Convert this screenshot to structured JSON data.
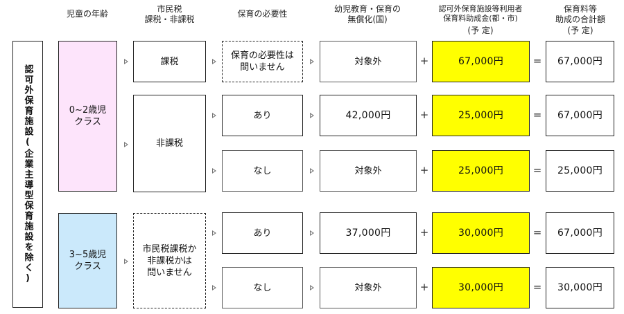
{
  "headers": {
    "age": "児童の年齢",
    "tax_line1": "市民税",
    "tax_line2": "課税・非課税",
    "need": "保育の必要性",
    "free_line1": "幼児教育・保育の",
    "free_line2": "無償化(国)",
    "subsidy_line1": "認可外保育施設等利用者",
    "subsidy_line2": "保育料助成金(都・市)",
    "subsidy_line3": "(予 定)",
    "total_line1": "保育料等",
    "total_line2": "助成の合計額",
    "total_line3": "(予 定)"
  },
  "facility_label": "認可外保育施設(企業主導型保育施設を除く)",
  "age_groups": [
    {
      "label_line1": "0~2歳児",
      "label_line2": "クラス",
      "color": "#fde4fb"
    },
    {
      "label_line1": "3~5歳児",
      "label_line2": "クラス",
      "color": "#cbe9fb"
    }
  ],
  "tax_status": [
    {
      "label": "課税"
    },
    {
      "label": "非課税"
    },
    {
      "label_line1": "市民税課税か",
      "label_line2": "非課税かは",
      "label_line3": "問いません"
    }
  ],
  "operators": {
    "plus": "+",
    "equals": "="
  },
  "rows": [
    {
      "need_line1": "保育の必要性は",
      "need_line2": "問いません",
      "free": "対象外",
      "subsidy": "67,000円",
      "total": "67,000円"
    },
    {
      "need": "あり",
      "free": "42,000円",
      "subsidy": "25,000円",
      "total": "67,000円"
    },
    {
      "need": "なし",
      "free": "対象外",
      "subsidy": "25,000円",
      "total": "25,000円"
    },
    {
      "need": "あり",
      "free": "37,000円",
      "subsidy": "30,000円",
      "total": "67,000円"
    },
    {
      "need": "なし",
      "free": "対象外",
      "subsidy": "30,000円",
      "total": "30,000円"
    }
  ],
  "colors": {
    "subsidy_highlight": "#ffff00",
    "infant_class": "#fde4fb",
    "preschool_class": "#cbe9fb"
  }
}
